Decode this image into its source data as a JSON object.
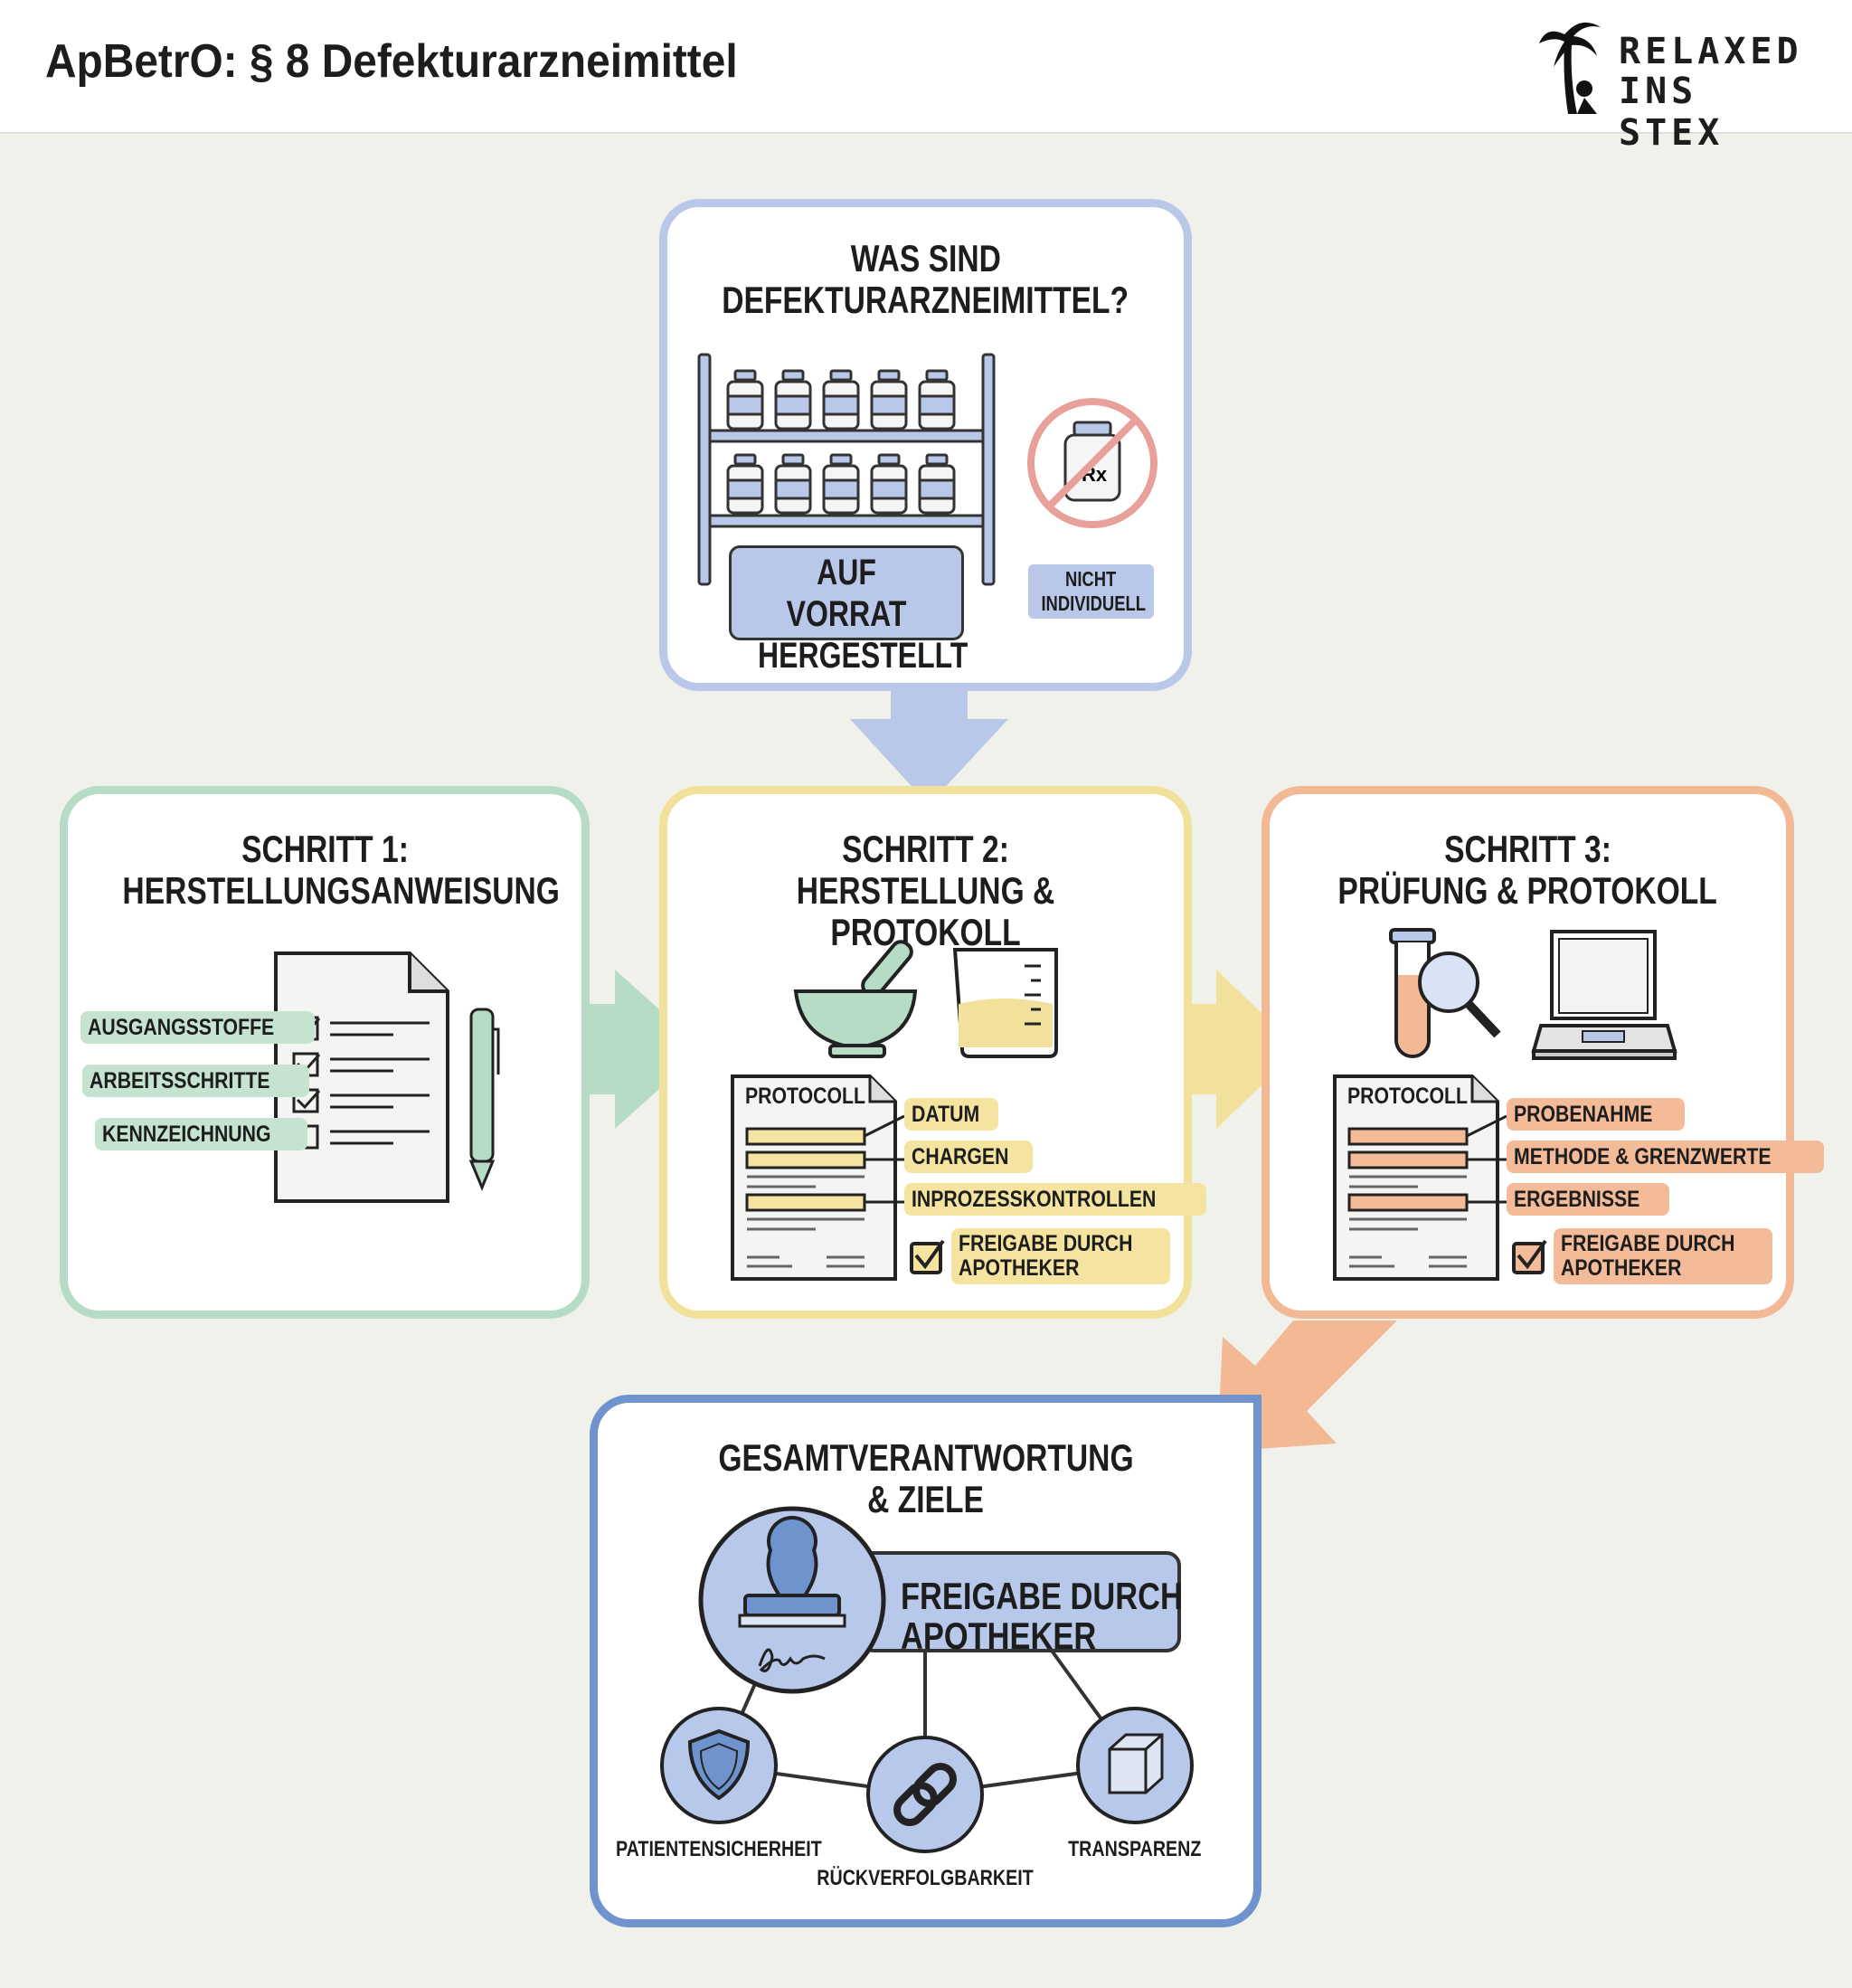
{
  "header": {
    "title": "ApBetrO: § 8 Defekturarzneimittel",
    "logo": {
      "line1": "RELAXED",
      "line2": "INS STEX"
    }
  },
  "colors": {
    "background": "#f1f1ec",
    "intro": "#b9c8e8",
    "step1": "#b7dcc6",
    "step2": "#f2e19a",
    "step3": "#f3b894",
    "summary": "#6f93cc"
  },
  "intro": {
    "title_line1": "WAS SIND",
    "title_line2": "DEFEKTURARZNEIMITTEL?",
    "stock_label_line1": "AUF VORRAT",
    "stock_label_line2": "HERGESTELLT",
    "badge_line1": "NICHT",
    "badge_line2": "INDIVIDUELL",
    "rx_text": "Rx"
  },
  "step1": {
    "title_line1": "SCHRITT 1:",
    "title_line2": "HERSTELLUNGSANWEISUNG",
    "items": [
      "AUSGANGSSTOFFE",
      "ARBEITSSCHRITTE",
      "KENNZEICHNUNG"
    ]
  },
  "step2": {
    "title_line1": "SCHRITT 2:",
    "title_line2": "HERSTELLUNG & PROTOKOLL",
    "doc_title": "PROTOCOLL",
    "items": [
      "DATUM",
      "CHARGEN",
      "INPROZESSKONTROLLEN"
    ],
    "approval_line1": "FREIGABE DURCH",
    "approval_line2": "APOTHEKER"
  },
  "step3": {
    "title_line1": "SCHRITT 3:",
    "title_line2": "PRÜFUNG & PROTOKOLL",
    "doc_title": "PROTOCOLL",
    "items": [
      "PROBENAHME",
      "METHODE & GRENZWERTE",
      "ERGEBNISSE"
    ],
    "approval_line1": "FREIGABE DURCH",
    "approval_line2": "APOTHEKER"
  },
  "summary": {
    "title_line1": "GESAMTVERANTWORTUNG",
    "title_line2": "& ZIELE",
    "release_line1": "FREIGABE DURCH",
    "release_line2": "APOTHEKER",
    "goals": [
      "PATIENTENSICHERHEIT",
      "RÜCKVERFOLGBARKEIT",
      "TRANSPARENZ"
    ]
  }
}
